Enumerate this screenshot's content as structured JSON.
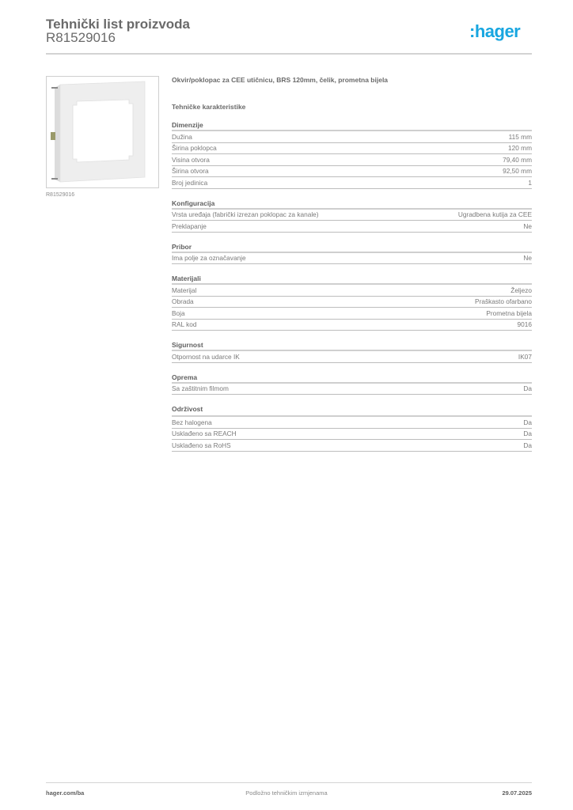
{
  "header": {
    "title": "Tehnički list proizvoda",
    "product_code": "R81529016",
    "logo_text": ":hager",
    "logo_color": "#18a6e0"
  },
  "product": {
    "image_icon": "cover-frame-product-image",
    "caption": "R81529016",
    "description": "Okvir/poklopac za CEE utičnicu, BRS 120mm, čelik, prometna bijela"
  },
  "characteristics_title": "Tehničke karakteristike",
  "sections": [
    {
      "title": "Dimenzije",
      "rows": [
        {
          "label": "Dužina",
          "value": "115 mm"
        },
        {
          "label": "Širina poklopca",
          "value": "120 mm"
        },
        {
          "label": "Visina otvora",
          "value": "79,40 mm"
        },
        {
          "label": "Širina otvora",
          "value": "92,50 mm"
        },
        {
          "label": "Broj jedinica",
          "value": "1"
        }
      ]
    },
    {
      "title": "Konfiguracija",
      "rows": [
        {
          "label": "Vrsta uređaja (fabrički izrezan poklopac za kanale)",
          "value": "Ugradbena kutija za CEE"
        },
        {
          "label": "Preklapanje",
          "value": "Ne"
        }
      ]
    },
    {
      "title": "Pribor",
      "rows": [
        {
          "label": "Ima polje za označavanje",
          "value": "Ne"
        }
      ]
    },
    {
      "title": "Materijali",
      "rows": [
        {
          "label": "Materijal",
          "value": "Željezo"
        },
        {
          "label": "Obrada",
          "value": "Praškasto ofarbano"
        },
        {
          "label": "Boja",
          "value": "Prometna bijela"
        },
        {
          "label": "RAL kod",
          "value": "9016"
        }
      ]
    },
    {
      "title": "Sigurnost",
      "rows": [
        {
          "label": "Otpornost na udarce IK",
          "value": "IK07"
        }
      ]
    },
    {
      "title": "Oprema",
      "rows": [
        {
          "label": "Sa zaštitnim filmom",
          "value": "Da"
        }
      ]
    },
    {
      "title": "Održivost",
      "rows": [
        {
          "label": "Bez halogena",
          "value": "Da"
        },
        {
          "label": "Usklađeno sa REACH",
          "value": "Da"
        },
        {
          "label": "Usklađeno sa RoHS",
          "value": "Da"
        }
      ]
    }
  ],
  "footer": {
    "website": "hager.com/ba",
    "notice": "Podložno tehničkim izmjenama",
    "date": "29.07.2025"
  }
}
